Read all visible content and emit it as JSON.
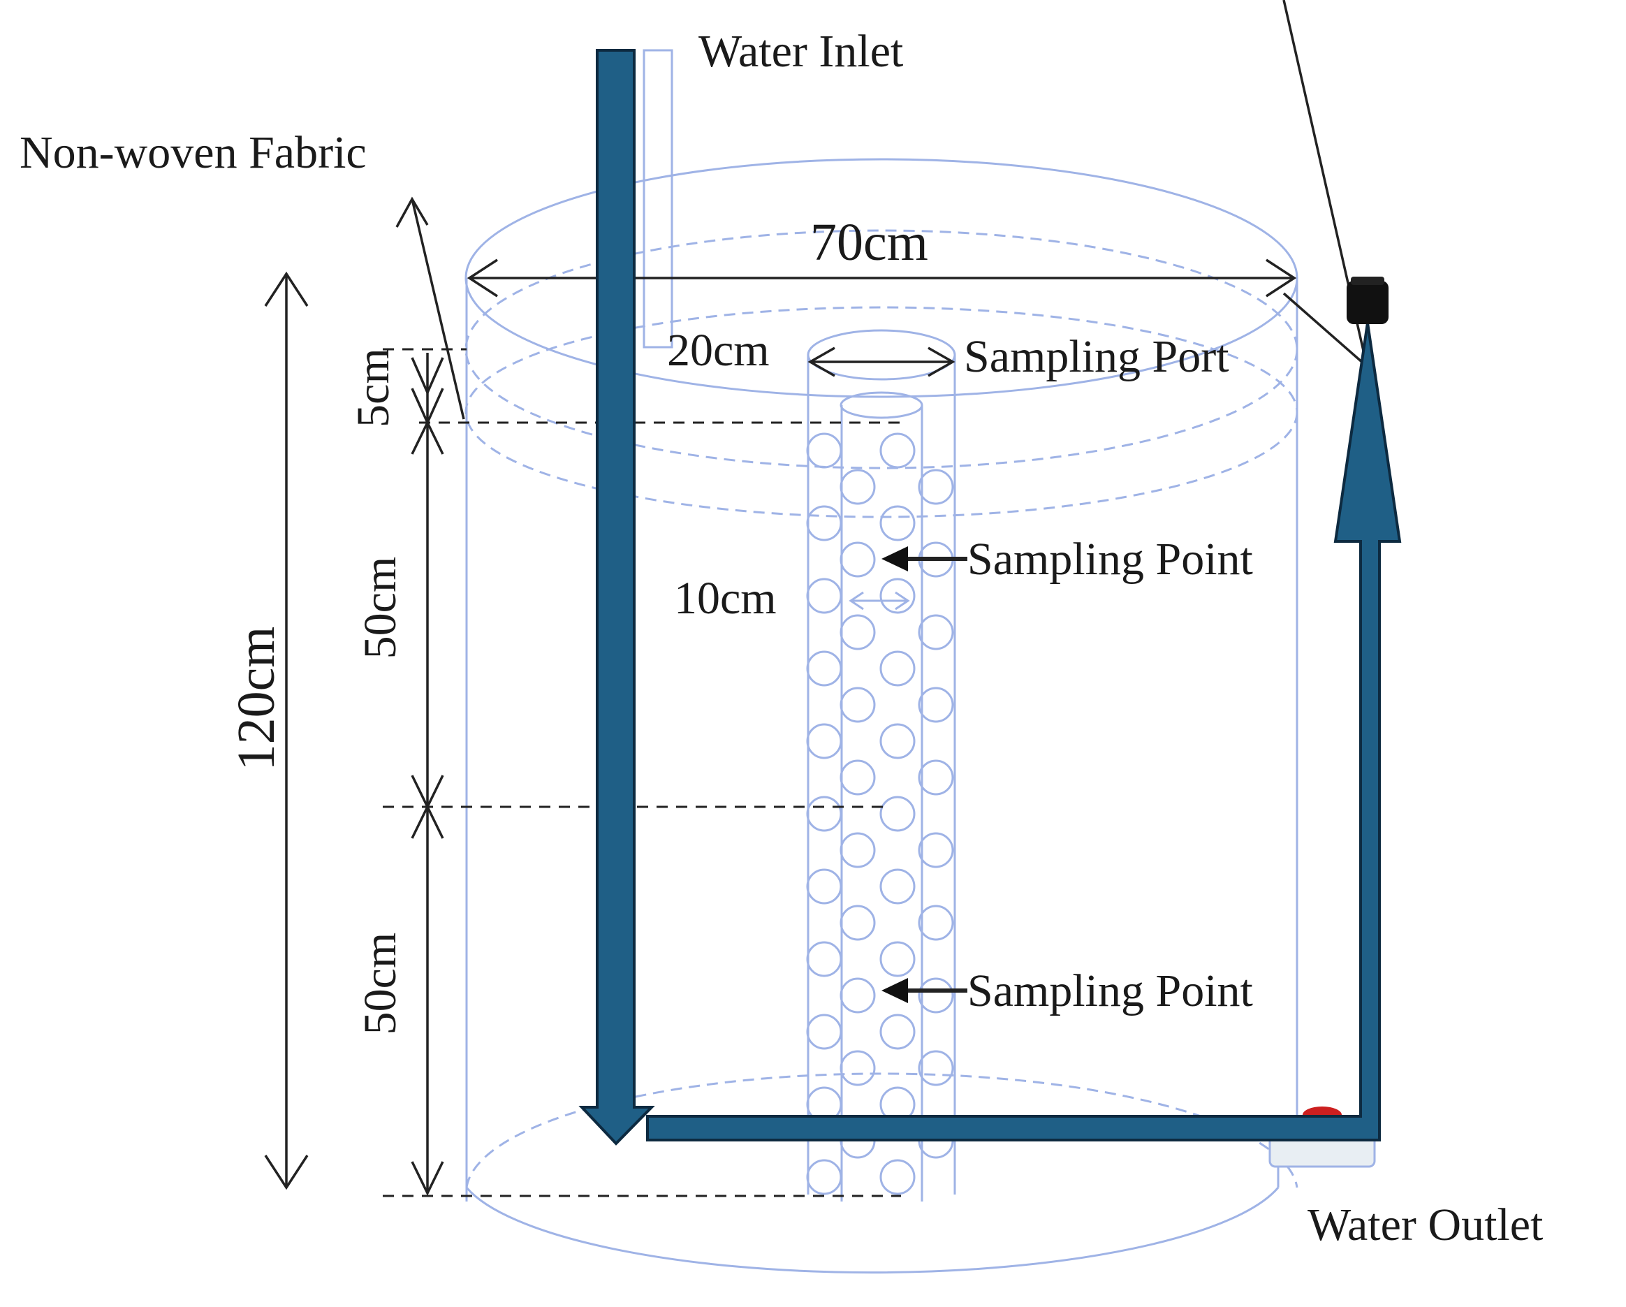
{
  "labels": {
    "water_inlet": "Water Inlet",
    "non_woven_fabric": "Non-woven Fabric",
    "sampling_port": "Sampling Port",
    "sampling_point_upper": "Sampling Point",
    "sampling_point_lower": "Sampling Point",
    "water_outlet": "Water Outlet"
  },
  "dimensions": {
    "diameter": "70cm",
    "inner_tube_diameter": "20cm",
    "total_height": "120cm",
    "top_gap": "5cm",
    "upper_layer": "50cm",
    "lower_layer": "50cm",
    "sampling_spacing": "10cm"
  },
  "colors": {
    "pipe": "#1f5f86",
    "pipe_outline": "#0d2a40",
    "vessel_outline": "#9fb3e6",
    "outlet_cap": "#111111",
    "outlet_valve": "#cc1f1f"
  }
}
